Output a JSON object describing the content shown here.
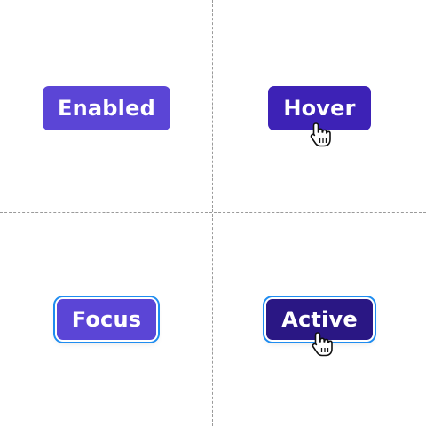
{
  "states": {
    "enabled": {
      "label": "Enabled"
    },
    "hover": {
      "label": "Hover"
    },
    "focus": {
      "label": "Focus"
    },
    "active": {
      "label": "Active"
    }
  },
  "icons": {
    "cursor": "pointer-hand-icon"
  },
  "colors": {
    "enabled_bg": "#5b45d6",
    "hover_bg": "#3d22b6",
    "focus_bg": "#5b45d6",
    "active_bg": "#2a1784",
    "focus_ring": "#1e8cf0",
    "text": "#ffffff",
    "divider": "#9a9a9a"
  }
}
